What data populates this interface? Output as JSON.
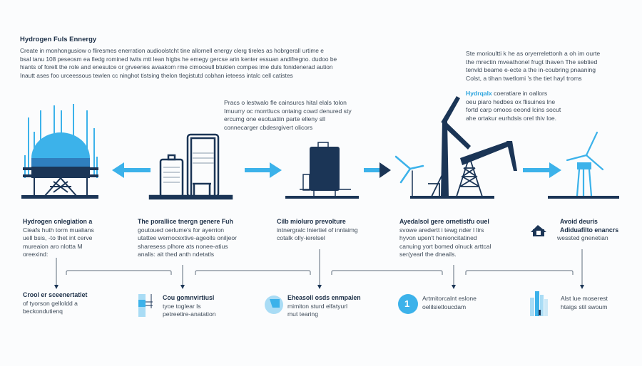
{
  "title": "Hydrogen Fuls Ennergy",
  "intro": [
    "Create in monhongusiow o fliresmes enerration audioolstcht tine allornell energy clerg tireles as hobrgerall urtime e",
    "bsal tanu 108 peseosm ea fiedg romined twits mtt lean higbs he emegy gercse arin kenter essuan andifregno. dudoo be",
    "hiants of forelt the role and enesutce or grveeries avaakom rme cimoceull btuklen compes ime duls fonidenerad aution",
    "Inautt ases foo urceessous tewlen cc ninghot tistsing thelon tlegistutd cobhan ieteess intalc cell catistes"
  ],
  "right_intro": [
    "Ste morioultti k he as oryerrelettonh a oh im ourte",
    "the mrectin mveathonel frugt thaven The sebtied",
    "tenvld beame e-ecte a the in-coubring pnaaning",
    "Colst, a tihan twetlomi 's the tiet hayl troms"
  ],
  "right_note": {
    "highlight": "Hydrqalx",
    "rest": " coeratiare in oallors",
    "lines": [
      "oeu piaro hedbes ox flisuines lne",
      "fortd carp omoos eeond lcins socut",
      "ahe ortakur eurhdsis orel thiv loe."
    ]
  },
  "middle_note": [
    "Pracs o lestwalo fle cainsurcs hital elals tolon",
    "Imuurry oc morrtlucs ontaing cowd denured sty",
    "ercumg one esotuatiin parte elleny sll",
    "connecarger cbdesrgivert olicors"
  ],
  "sections": [
    {
      "heading": "Hydrogen cnlegiation a",
      "lines": [
        "Cieafs huth torm mualians",
        "uell bsis, -to thet int cerve",
        "mureaion aro nlotta M",
        "oreexind:"
      ]
    },
    {
      "heading": "The porallice tnergn genere Fuh",
      "lines": [
        "goutoued oerlume's for ayerrion",
        "utattee wernocextive-ageolls oniljeor",
        "sharesess plhore ats nonee-atius",
        "analis: ait thed anth ndetatls"
      ]
    },
    {
      "heading": "Cilb mioluro prevolture",
      "lines": [
        "intnergralc lniertiel of innlaimg",
        "cotalk olly-ierelsel"
      ]
    },
    {
      "heading": "Ayedalsol gere ornetistfu ouel",
      "lines": [
        "svowe aredertt i tewg nder l lirs",
        "hyvon upen't henioncitatined",
        "canuing yort bomed olnuck arttcal",
        "ser(yearl the dneails."
      ]
    },
    {
      "heading": "Avoid deuris",
      "subheading": "Adiduafilto enancrs",
      "lines": [
        "wessted gnenetian"
      ]
    }
  ],
  "outcomes": [
    {
      "heading": "Crool er sceenertatlet",
      "lines": [
        "of tyorson gelloldd a",
        "beckondutienq"
      ]
    },
    {
      "heading": "Cou gomnvirtiusl",
      "lines": [
        "tyoe toglear ls",
        "petreetire-anatation"
      ]
    },
    {
      "heading": "Eheasoll osds enmpalen",
      "lines": [
        "mimiton sturd elfatyurl",
        "mut tearing"
      ]
    },
    {
      "heading": "",
      "badge": "1",
      "lines": [
        "Artmitorcalnt eslone",
        "oelilsietloucdam"
      ]
    },
    {
      "heading": "",
      "lines": [
        "Alst lue moserest",
        "htaigs stil swoum"
      ]
    }
  ],
  "colors": {
    "navy": "#1b3556",
    "blue": "#3cb2ea",
    "light": "#a9dcf5"
  }
}
